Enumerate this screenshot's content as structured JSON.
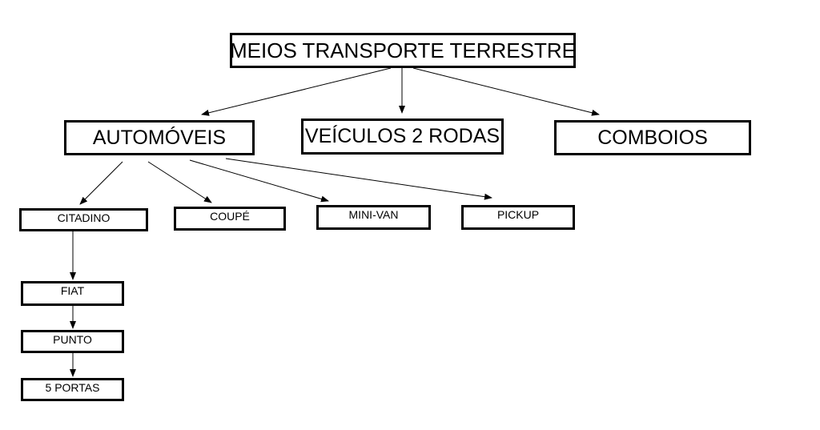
{
  "diagram": {
    "root": {
      "label": "MEIOS TRANSPORTE TERRESTRE"
    },
    "categories": [
      {
        "label": "AUTOMÓVEIS"
      },
      {
        "label": "VEÍCULOS 2 RODAS"
      },
      {
        "label": "COMBOIOS"
      }
    ],
    "automoveis_types": [
      {
        "label": "CITADINO"
      },
      {
        "label": "COUPÉ"
      },
      {
        "label": "MINI-VAN"
      },
      {
        "label": "PICKUP"
      }
    ],
    "citadino_chain": [
      {
        "label": "FIAT"
      },
      {
        "label": "PUNTO"
      },
      {
        "label": "5 PORTAS"
      }
    ]
  }
}
